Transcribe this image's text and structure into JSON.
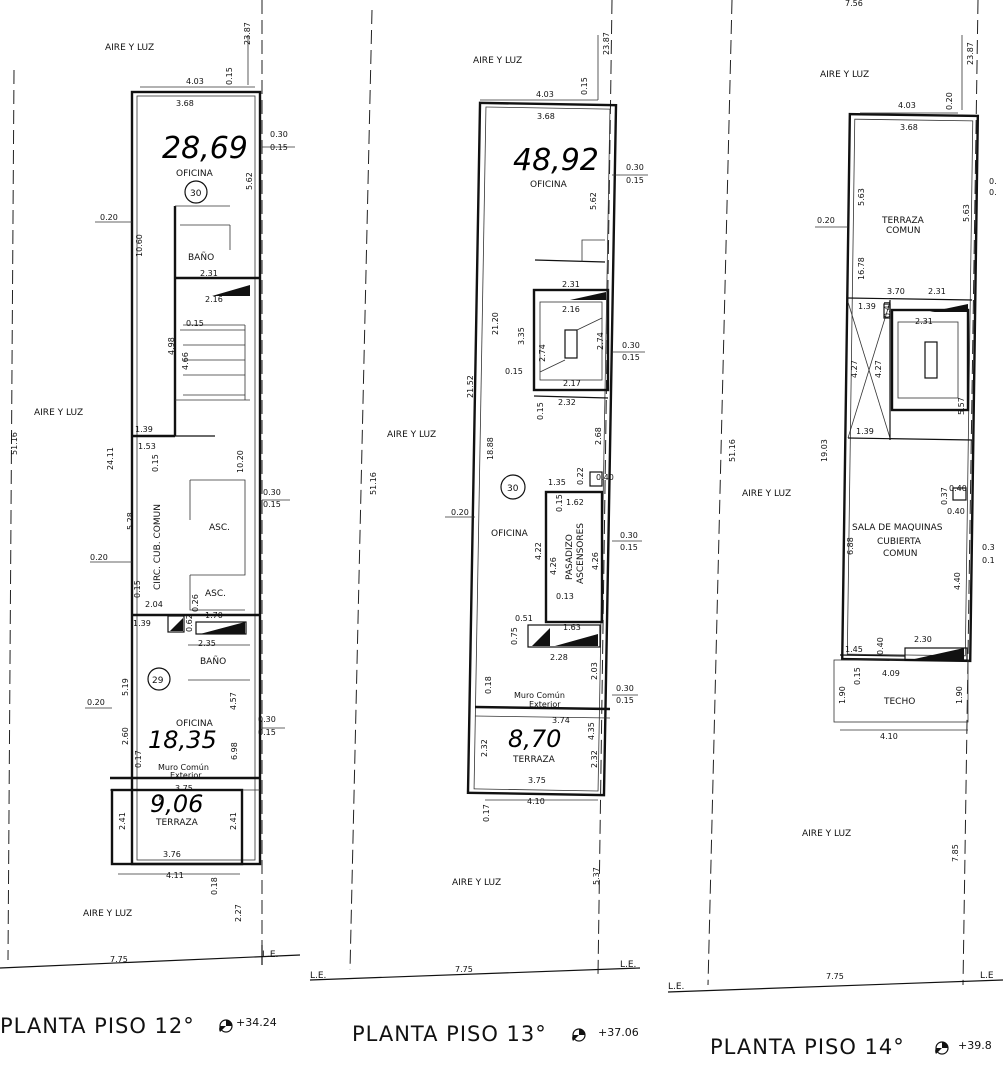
{
  "plans": [
    {
      "caption": "PLANTA PISO 12°",
      "level": "+34.24",
      "labels": {
        "aire_top": "AIRE Y LUZ",
        "aire_left": "AIRE Y LUZ",
        "aire_bottom": "AIRE Y LUZ",
        "oficina_top": "OFICINA",
        "bano_top": "BAÑO",
        "circ": "CIRC. CUB. COMUN",
        "asc1": "ASC.",
        "asc2": "ASC.",
        "bano_bottom": "BAÑO",
        "oficina_bottom": "OFICINA",
        "muro": "Muro Común",
        "exterior": "Exterior",
        "terraza": "TERRAZA",
        "le": "L.E."
      },
      "unit_top": "30",
      "unit_bottom": "29",
      "handwritten": [
        "28,69",
        "18,35",
        "9,06"
      ],
      "dims": [
        "23.87",
        "4.03",
        "0.15",
        "3.68",
        "0.30",
        "0.15",
        "5.62",
        "0.20",
        "10.60",
        "2.31",
        "2.16",
        "0.15",
        "4.98",
        "4.66",
        "51.16",
        "24.11",
        "1.39",
        "1.53",
        "0.15",
        "10.20",
        "0.30",
        "0.15",
        "5.28",
        "0.20",
        "0.15",
        "2.04",
        "1.70",
        "0.26",
        "1.39",
        "0.62",
        "2.35",
        "5.19",
        "4.57",
        "0.20",
        "0.30",
        "0.15",
        "2.60",
        "0.17",
        "6.98",
        "3.75",
        "2.41",
        "2.41",
        "3.76",
        "4.11",
        "0.18",
        "2.27",
        "7.75"
      ]
    },
    {
      "caption": "PLANTA PISO 13°",
      "level": "+37.06",
      "labels": {
        "aire_top": "AIRE Y LUZ",
        "aire_left": "AIRE Y LUZ",
        "aire_bottom": "AIRE Y LUZ",
        "oficina_top": "OFICINA",
        "oficina_mid": "OFICINA",
        "pasadizo": "PASADIZO",
        "ascensores": "ASCENSORES",
        "muro": "Muro Común",
        "exterior": "Exterior",
        "terraza": "TERRAZA",
        "le_left": "L.E.",
        "le_right": "L.E."
      },
      "unit": "30",
      "handwritten": [
        "48,92",
        "8,70"
      ],
      "dims": [
        "23.87",
        "4.03",
        "0.15",
        "3.68",
        "0.30",
        "0.15",
        "5.62",
        "2.31",
        "2.16",
        "21.20",
        "3.35",
        "2.74",
        "2.74",
        "0.30",
        "0.15",
        "0.15",
        "2.17",
        "21.52",
        "0.15",
        "2.32",
        "18.88",
        "2.68",
        "51.16",
        "1.35",
        "0.22",
        "0.40",
        "1.62",
        "0.20",
        "0.15",
        "0.30",
        "0.15",
        "4.22",
        "4.26",
        "4.26",
        "0.13",
        "0.51",
        "0.75",
        "1.63",
        "2.28",
        "2.03",
        "0.18",
        "0.30",
        "0.15",
        "3.74",
        "4.35",
        "2.32",
        "2.32",
        "3.75",
        "4.10",
        "0.17",
        "5.37",
        "7.75"
      ]
    },
    {
      "caption": "PLANTA PISO 14°",
      "level": "+39.8",
      "labels": {
        "aire_top": "AIRE Y LUZ",
        "aire_left": "AIRE Y LUZ",
        "aire_bottom": "AIRE Y LUZ",
        "terraza": "TERRAZA",
        "comun": "COMUN",
        "sala1": "SALA DE MAQUINAS",
        "sala2": "CUBIERTA",
        "sala3": "COMUN",
        "techo": "TECHO",
        "le_left": "L.E.",
        "le_right": "L.E"
      },
      "dims": [
        "7.56",
        "23.87",
        "0.20",
        "4.03",
        "3.68",
        "0.20",
        "5.63",
        "5.63",
        "16.78",
        "3.70",
        "2.31",
        "1.39",
        "0.41",
        "2.31",
        "51.16",
        "4.27",
        "4.27",
        "19.03",
        "5.57",
        "1.39",
        "0.40",
        "0.37",
        "0.40",
        "6.88",
        "4.40",
        "0.3",
        "0.1",
        "2.30",
        "1.45",
        "0.40",
        "4.09",
        "0.15",
        "1.90",
        "1.90",
        "4.10",
        "7.85",
        "7.75",
        "0.",
        "0."
      ]
    }
  ]
}
